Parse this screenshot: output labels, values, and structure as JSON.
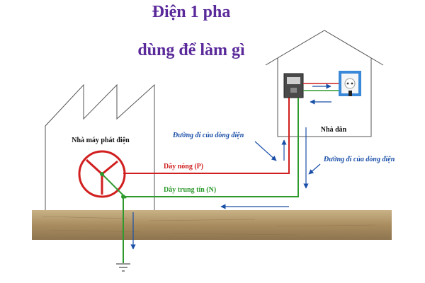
{
  "title": {
    "line1": "Điện 1 pha",
    "line2": "dùng để làm gì"
  },
  "labels": {
    "power_plant": "Nhà máy phát điện",
    "house": "Nhà dân",
    "hot_wire": "Dây nóng (P)",
    "neutral_wire": "Dây trung tín (N)",
    "current_path_left": "Đường đi của dòng điện",
    "current_path_right": "Đường đi của dòng điện"
  },
  "colors": {
    "title": "#5b2a9a",
    "hot_wire": "#d11f1f",
    "neutral_wire": "#2e9a2e",
    "arrow": "#1a4fa8",
    "building_outline": "#555555",
    "meter": "#4a4a4a",
    "outlet_frame": "#3a88d8",
    "ground": "#b59a6e"
  },
  "icons": {
    "generator": "generator-symbol-icon",
    "meter": "electric-meter-icon",
    "outlet": "wall-outlet-icon",
    "earth": "earth-ground-icon"
  }
}
